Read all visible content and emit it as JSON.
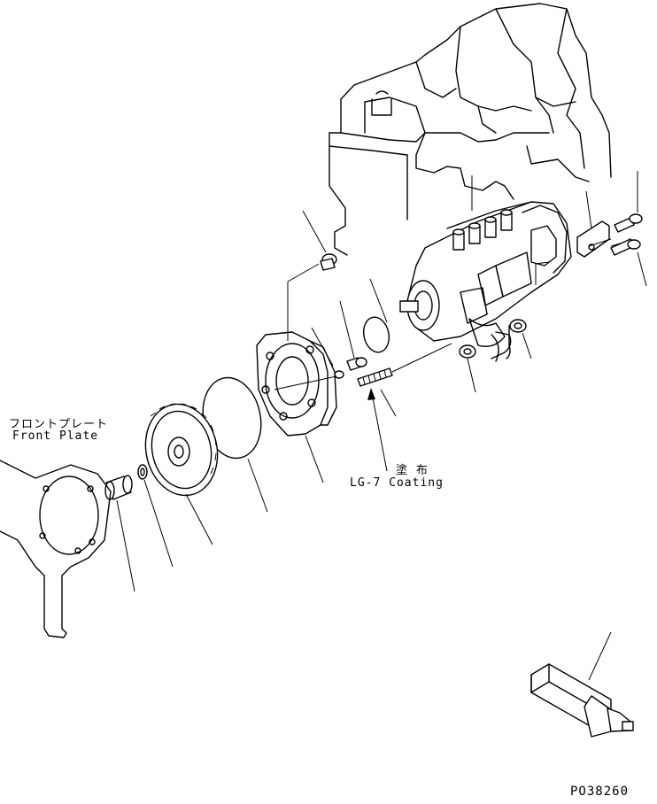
{
  "labels": {
    "front_plate_jp": "フロントプレート",
    "front_plate_en": "Front Plate",
    "coating_jp": "塗 布",
    "coating_en": "LG-7 Coating",
    "drawing_number": "PO38260"
  },
  "colors": {
    "line": "#000000",
    "background": "#ffffff"
  }
}
